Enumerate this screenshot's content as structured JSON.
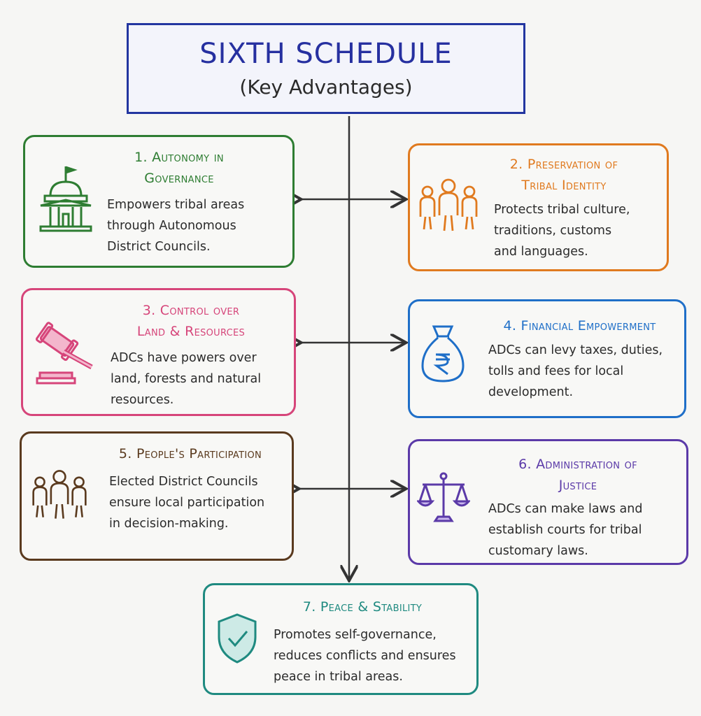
{
  "title": {
    "main": "SIXTH SCHEDULE",
    "sub": "(Key Advantages)"
  },
  "cards": [
    {
      "heading_line1": "1. Autonomy in",
      "heading_line2": "Governance",
      "desc_line1": "Empowers tribal areas",
      "desc_line2": "through Autonomous",
      "desc_line3": "District Councils.",
      "color": "#2e7d32",
      "icon": "government-building-icon"
    },
    {
      "heading_line1": "2. Preservation of",
      "heading_line2": "Tribal Identity",
      "desc_line1": "Protects tribal culture,",
      "desc_line2": "traditions, customs",
      "desc_line3": "and languages.",
      "color": "#e07a1f",
      "icon": "people-group-icon"
    },
    {
      "heading_line1": "3. Control over",
      "heading_line2": "Land & Resources",
      "desc_line1": "ADCs have powers over",
      "desc_line2": "land, forests and natural",
      "desc_line3": "resources.",
      "color": "#d6457a",
      "icon": "gavel-icon"
    },
    {
      "heading_line1": "4. Financial Empowerment",
      "heading_line2": "",
      "desc_line1": "ADCs can levy taxes, duties,",
      "desc_line2": "tolls and fees for local",
      "desc_line3": "development.",
      "color": "#1f6fc8",
      "icon": "rupee-money-bag-icon"
    },
    {
      "heading_line1": "5. People's Participation",
      "heading_line2": "",
      "desc_line1": "Elected District Councils",
      "desc_line2": "ensure local participation",
      "desc_line3": "in decision-making.",
      "color": "#5a3a1e",
      "icon": "people-group-icon"
    },
    {
      "heading_line1": "6. Administration of",
      "heading_line2": "Justice",
      "desc_line1": "ADCs can make laws and",
      "desc_line2": "establish courts for tribal",
      "desc_line3": "customary laws.",
      "color": "#5b3aa8",
      "icon": "scales-of-justice-icon"
    },
    {
      "heading_line1": "7. Peace & Stability",
      "heading_line2": "",
      "desc_line1": "Promotes self-governance,",
      "desc_line2": "reduces conflicts and ensures",
      "desc_line3": "peace in tribal areas.",
      "color": "#1f8a80",
      "icon": "shield-check-icon"
    }
  ]
}
